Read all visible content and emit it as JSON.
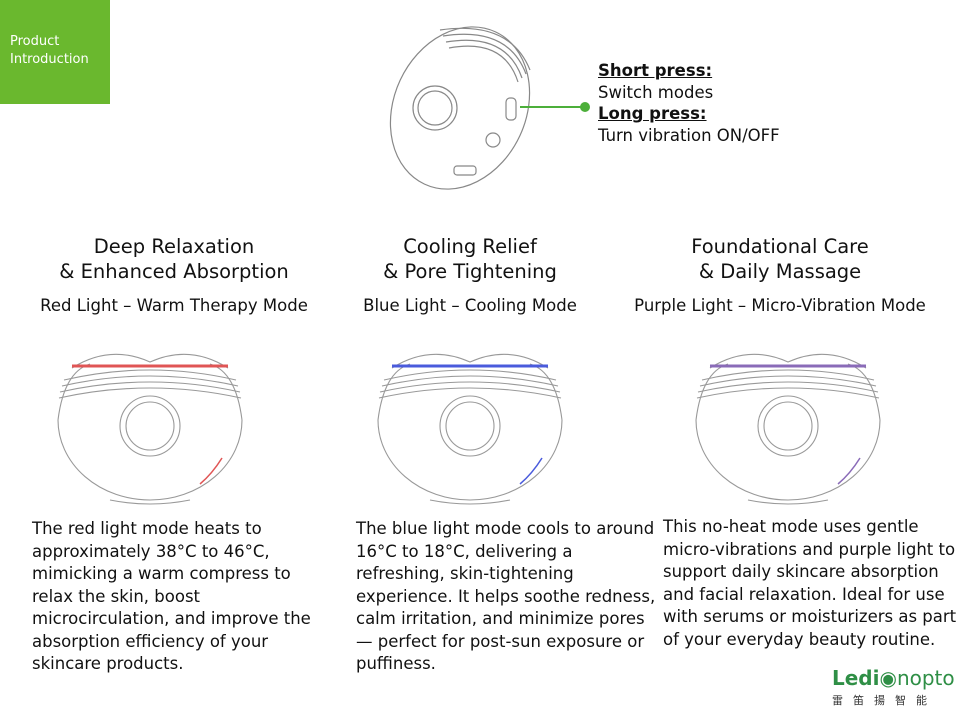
{
  "corner": {
    "label": "Product\nIntroduction"
  },
  "callout": {
    "short_press_head": "Short press:",
    "short_press_text": "Switch modes",
    "long_press_head": "Long press:",
    "long_press_text": "Turn vibration ON/OFF"
  },
  "modes": [
    {
      "title": "Deep Relaxation\n& Enhanced Absorption",
      "mode": "Red Light – Warm Therapy Mode",
      "light_color": "#e05555",
      "description": "The red light mode heats to approximately 38°C to 46°C, mimicking a warm compress to relax the skin, boost microcirculation, and improve the absorption efficiency of your skincare products."
    },
    {
      "title": "Cooling Relief\n& Pore Tightening",
      "mode": "Blue Light – Cooling Mode",
      "light_color": "#4a5bdc",
      "description": "The blue light mode cools to around 16°C to 18°C, delivering a refreshing, skin-tightening experience. It helps soothe redness, calm irritation, and minimize pores — perfect for post-sun exposure or puffiness."
    },
    {
      "title": "Foundational Care\n& Daily Massage",
      "mode": "Purple Light – Micro-Vibration Mode",
      "light_color": "#8a6bb8",
      "description": "This no-heat mode uses gentle micro-vibrations and purple light to support daily skincare absorption and facial relaxation. Ideal for use with serums or moisturizers as part of your everyday beauty routine."
    }
  ],
  "logo": {
    "brand_a": "Ledi",
    "brand_b": "nopto",
    "cn": "雷笛揚智能"
  },
  "colors": {
    "accent_green": "#6ab82e",
    "callout_green": "#4caf3a"
  }
}
